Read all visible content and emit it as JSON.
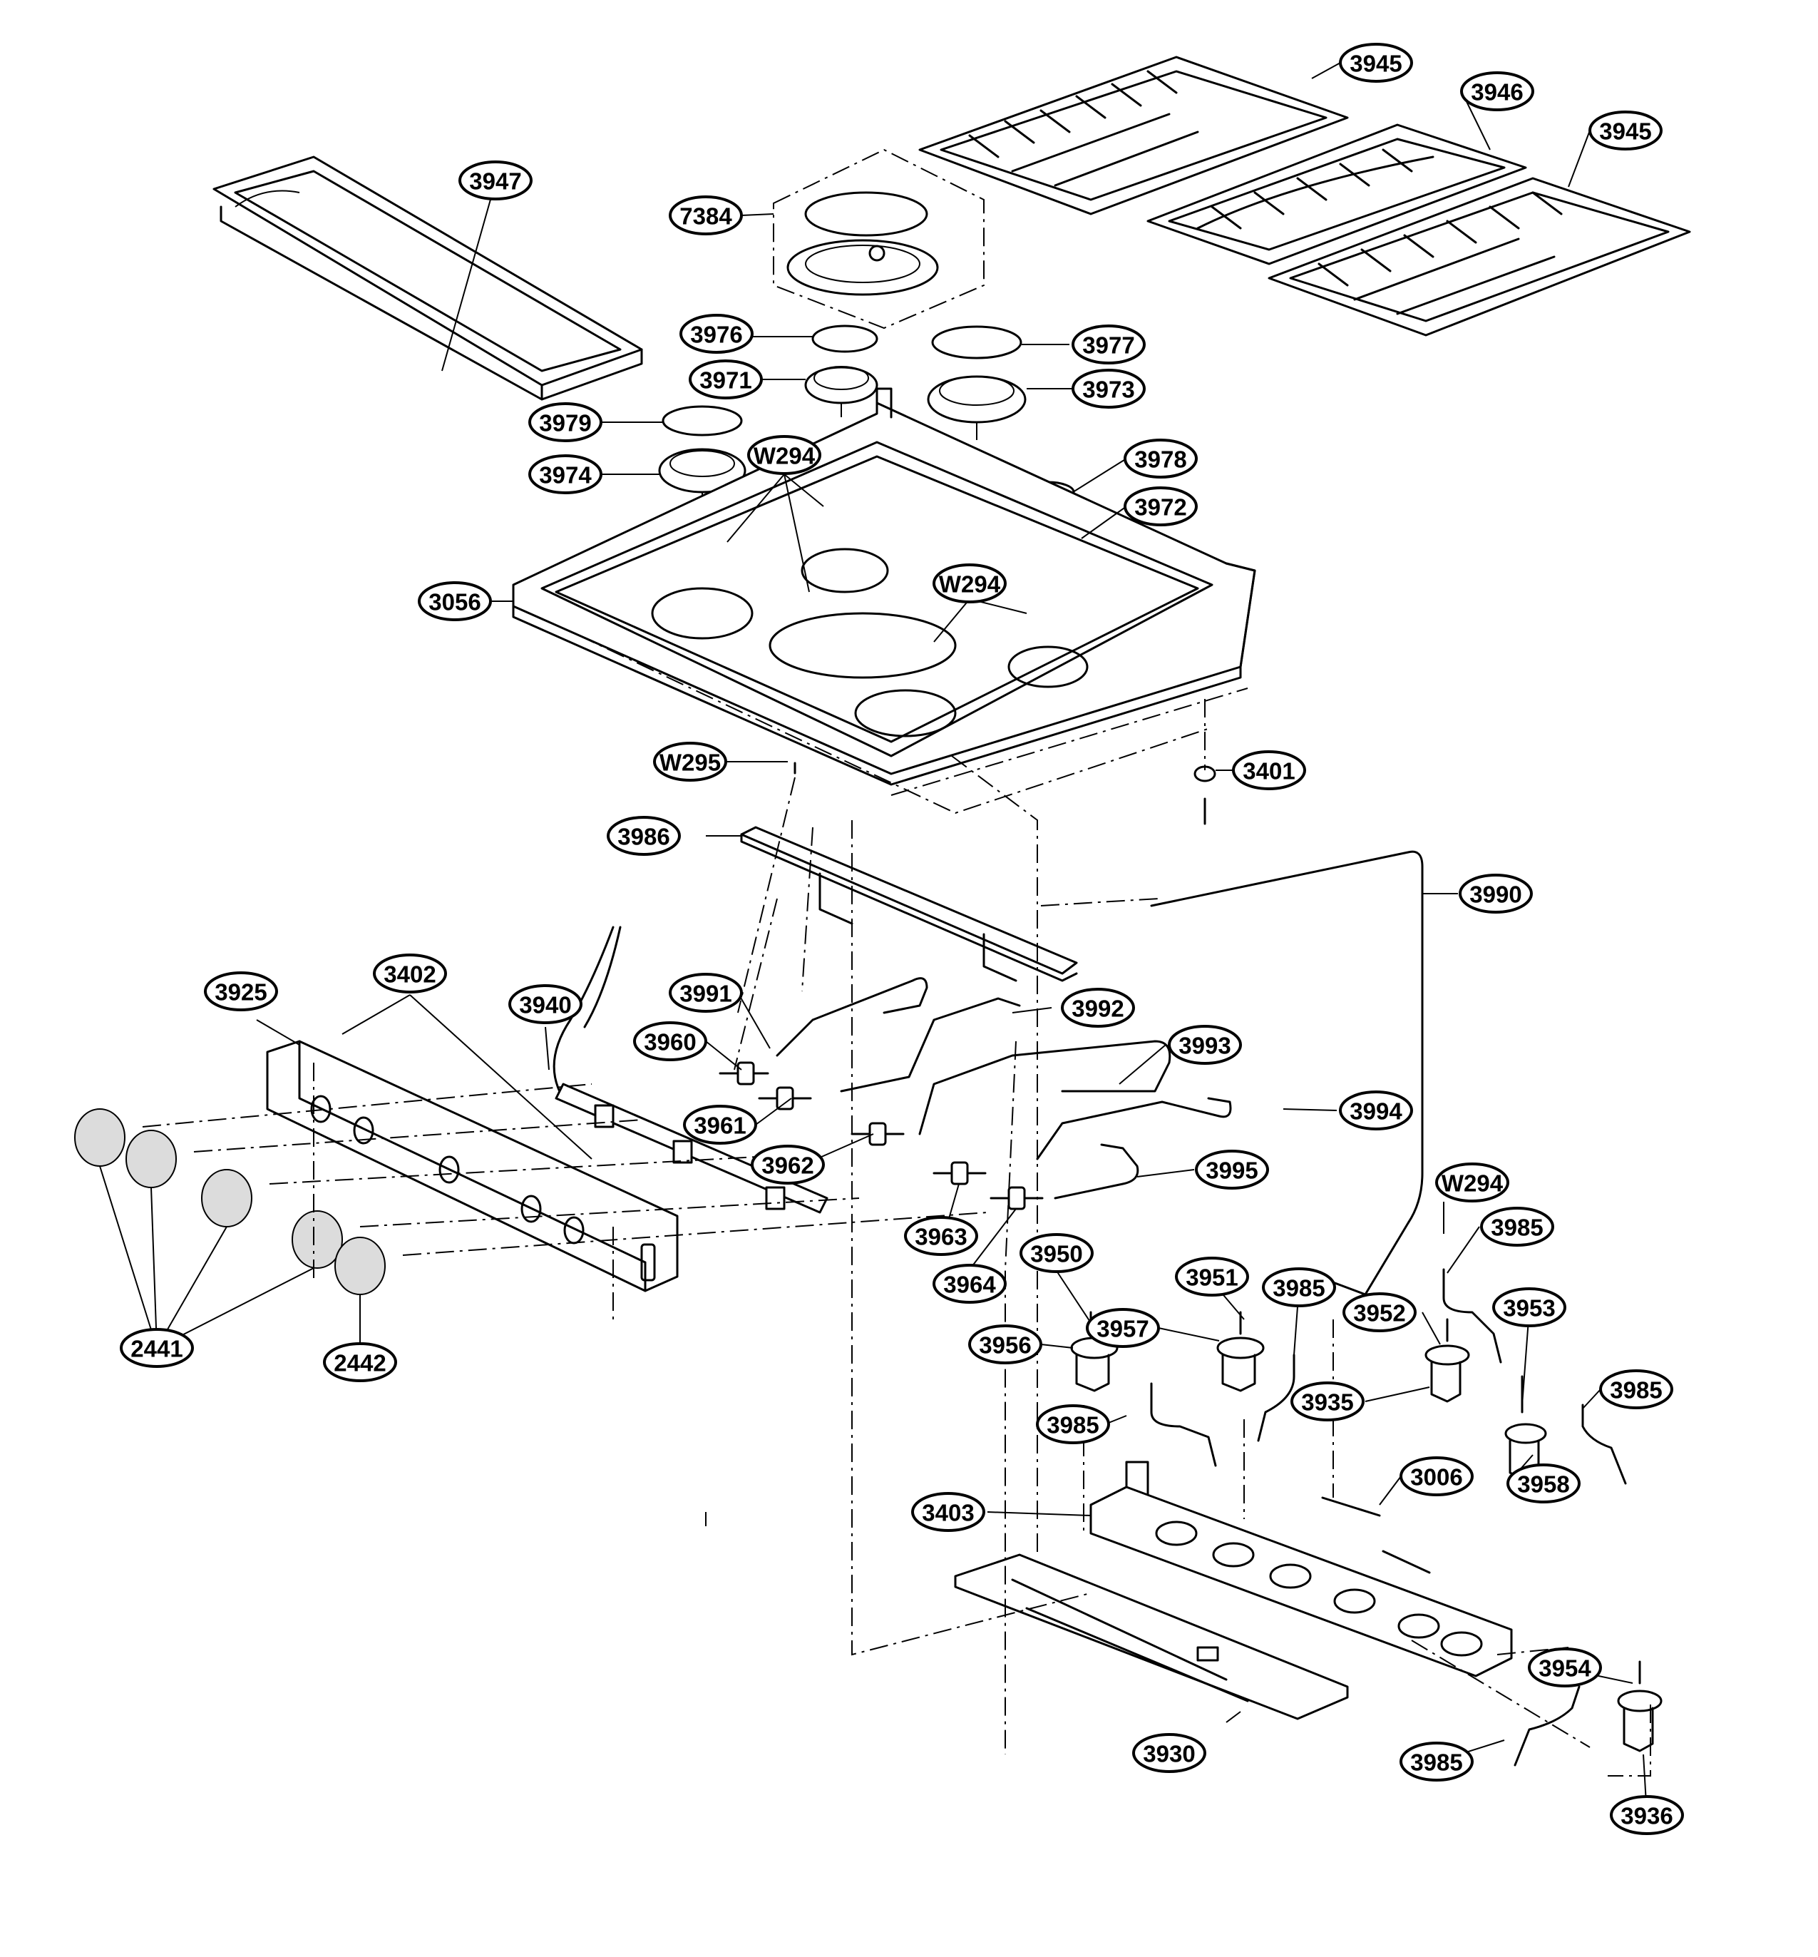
{
  "diagram": {
    "callouts": [
      {
        "id": "c3945a",
        "label": "3945"
      },
      {
        "id": "c3946",
        "label": "3946"
      },
      {
        "id": "c3945b",
        "label": "3945"
      },
      {
        "id": "c3947",
        "label": "3947"
      },
      {
        "id": "c7384",
        "label": "7384"
      },
      {
        "id": "c3976",
        "label": "3976"
      },
      {
        "id": "c3977",
        "label": "3977"
      },
      {
        "id": "c3971",
        "label": "3971"
      },
      {
        "id": "c3973",
        "label": "3973"
      },
      {
        "id": "c3979",
        "label": "3979"
      },
      {
        "id": "cW294a",
        "label": "W294"
      },
      {
        "id": "c3974",
        "label": "3974"
      },
      {
        "id": "c3978",
        "label": "3978"
      },
      {
        "id": "c3972",
        "label": "3972"
      },
      {
        "id": "cW294b",
        "label": "W294"
      },
      {
        "id": "c3056",
        "label": "3056"
      },
      {
        "id": "cW295",
        "label": "W295"
      },
      {
        "id": "c3401",
        "label": "3401"
      },
      {
        "id": "c3986",
        "label": "3986"
      },
      {
        "id": "c3990",
        "label": "3990"
      },
      {
        "id": "c3925",
        "label": "3925"
      },
      {
        "id": "c3402",
        "label": "3402"
      },
      {
        "id": "c3940",
        "label": "3940"
      },
      {
        "id": "c3991",
        "label": "3991"
      },
      {
        "id": "c3992",
        "label": "3992"
      },
      {
        "id": "c3960",
        "label": "3960"
      },
      {
        "id": "c3993",
        "label": "3993"
      },
      {
        "id": "c3961",
        "label": "3961"
      },
      {
        "id": "c3994",
        "label": "3994"
      },
      {
        "id": "c3962",
        "label": "3962"
      },
      {
        "id": "c3995",
        "label": "3995"
      },
      {
        "id": "cW294c",
        "label": "W294"
      },
      {
        "id": "c3985a",
        "label": "3985"
      },
      {
        "id": "c3963",
        "label": "3963"
      },
      {
        "id": "c3964",
        "label": "3964"
      },
      {
        "id": "c3950",
        "label": "3950"
      },
      {
        "id": "c3951",
        "label": "3951"
      },
      {
        "id": "c3985b",
        "label": "3985"
      },
      {
        "id": "c3952",
        "label": "3952"
      },
      {
        "id": "c3953",
        "label": "3953"
      },
      {
        "id": "c3956",
        "label": "3956"
      },
      {
        "id": "c3957",
        "label": "3957"
      },
      {
        "id": "c2441",
        "label": "2441"
      },
      {
        "id": "c2442",
        "label": "2442"
      },
      {
        "id": "c3935",
        "label": "3935"
      },
      {
        "id": "c3985c",
        "label": "3985"
      },
      {
        "id": "c3985d",
        "label": "3985"
      },
      {
        "id": "c3958",
        "label": "3958"
      },
      {
        "id": "c3006",
        "label": "3006"
      },
      {
        "id": "c3403",
        "label": "3403"
      },
      {
        "id": "c3954",
        "label": "3954"
      },
      {
        "id": "c3930",
        "label": "3930"
      },
      {
        "id": "c3985e",
        "label": "3985"
      },
      {
        "id": "c3936",
        "label": "3936"
      }
    ]
  }
}
